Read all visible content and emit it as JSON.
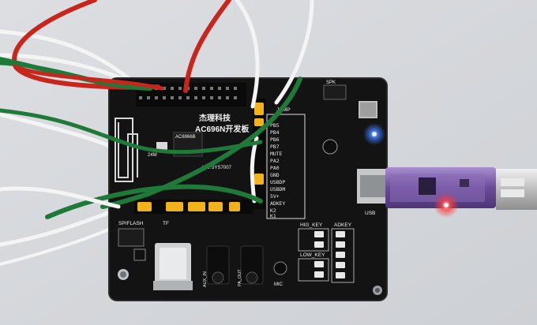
{
  "board": {
    "title_cn": "杰理科技",
    "title_model": "AC696N开发板",
    "chip_label": "AC6966B",
    "hw_label": "HW:SYS7007",
    "header_labels": [
      "PB5",
      "PB4",
      "PB6",
      "PB7",
      "MUTE",
      "PA2",
      "PA0",
      "GND",
      "USBDP",
      "USBDM",
      "5V+",
      "ADKEY",
      "K2",
      "K1"
    ],
    "jump_label": "JUMP",
    "spi_flash_label": "SPIFLASH",
    "tf_label": "TF",
    "aux_in_label": "AUX_IN",
    "pa_out_label": "PA_OUT",
    "hig_key_label": "HIG_KEY",
    "low_key_label": "LOW_KEY",
    "adkey_label": "ADKEY",
    "usb_label": "USB",
    "crystal_label": "24M",
    "spk_label": "SPK",
    "mic_label": "MIC"
  },
  "colors": {
    "background": "#d6d8dc",
    "pcb": "#131313",
    "wire_red": "#c8251c",
    "wire_green": "#1f7a3a",
    "wire_white": "#f4f4f4",
    "jumper_yellow": "#f2b21b",
    "led_blue": "#3a7bff",
    "led_red": "#ff3a3a",
    "usb_stick": "#7b5aa6"
  }
}
